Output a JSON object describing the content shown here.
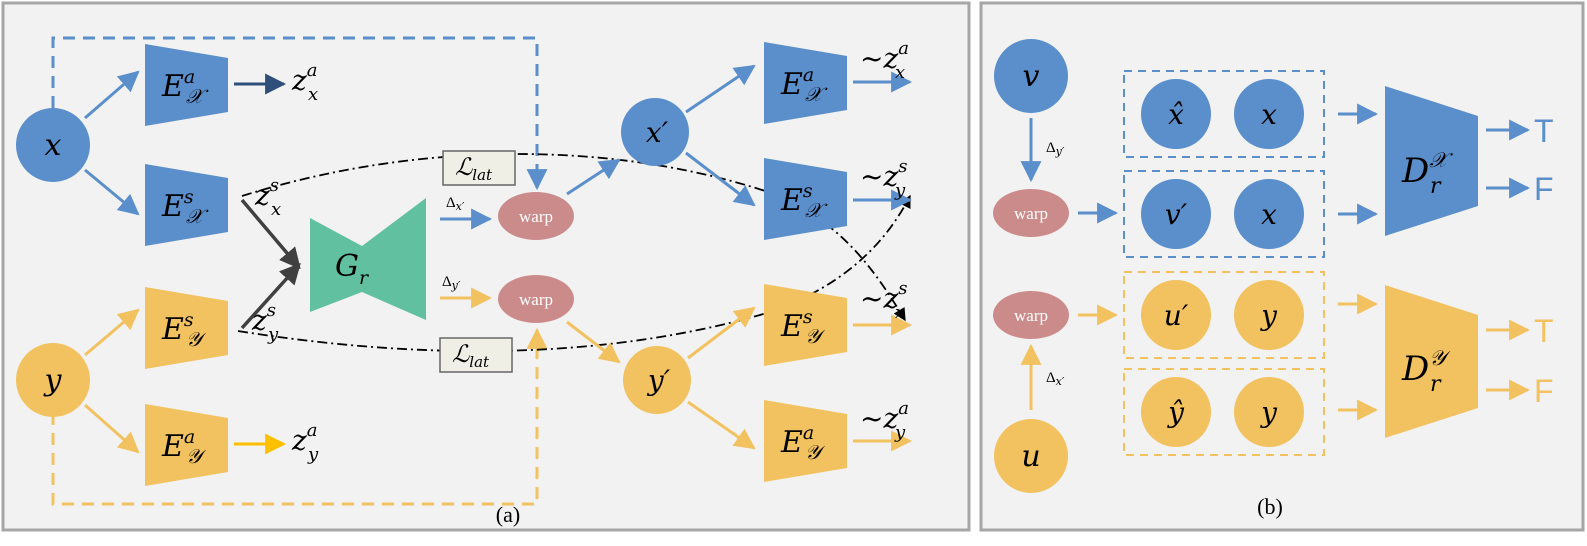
{
  "panel_a": {
    "caption": "(a)",
    "nodes": {
      "x": "x",
      "y": "y",
      "x_prime": "x′",
      "y_prime": "y′"
    },
    "encoders": {
      "ea_x": {
        "letter": "E",
        "sup": "a",
        "sub": "𝒳"
      },
      "es_x": {
        "letter": "E",
        "sup": "s",
        "sub": "𝒳"
      },
      "es_y": {
        "letter": "E",
        "sup": "s",
        "sub": "𝒴"
      },
      "ea_y": {
        "letter": "E",
        "sup": "a",
        "sub": "𝒴"
      },
      "ea_xp": {
        "letter": "E",
        "sup": "a",
        "sub": "𝒳"
      },
      "es_xp": {
        "letter": "E",
        "sup": "s",
        "sub": "𝒳"
      },
      "es_yp": {
        "letter": "E",
        "sup": "s",
        "sub": "𝒴"
      },
      "ea_yp": {
        "letter": "E",
        "sup": "a",
        "sub": "𝒴"
      }
    },
    "generator": {
      "letter": "G",
      "sub": "r"
    },
    "warp_label": "warp",
    "delta_x": {
      "main": "Δ",
      "sub": "x′"
    },
    "delta_y": {
      "main": "Δ",
      "sub": "y′"
    },
    "latents": {
      "zxa": {
        "prefix": "",
        "main": "z",
        "sup": "a",
        "sub": "x"
      },
      "zya": {
        "prefix": "",
        "main": "z",
        "sup": "a",
        "sub": "y"
      },
      "zxs": {
        "prefix": "",
        "main": "z",
        "sup": "s",
        "sub": "x"
      },
      "zys": {
        "prefix": "",
        "main": "z",
        "sup": "s",
        "sub": "y"
      },
      "out_zxa": {
        "prefix": "~",
        "main": "z",
        "sup": "a",
        "sub": "x"
      },
      "out_zys": {
        "prefix": "~",
        "main": "z",
        "sup": "s",
        "sub": "y"
      },
      "out_zxs": {
        "prefix": "~",
        "main": "z",
        "sup": "s",
        "sub": "x"
      },
      "out_zya": {
        "prefix": "~",
        "main": "z",
        "sup": "a",
        "sub": "y"
      }
    },
    "loss": {
      "main": "ℒ",
      "sub": "lat"
    }
  },
  "panel_b": {
    "caption": "(b)",
    "nodes": {
      "v": "v",
      "u": "u",
      "x_hat": "x̂",
      "x1": "x",
      "v_prime": "v′",
      "x2": "x",
      "u_prime": "u′",
      "y1": "y",
      "y_hat": "ŷ",
      "y2": "y"
    },
    "warp_label": "warp",
    "delta_y": {
      "main": "Δ",
      "sub": "y′"
    },
    "delta_x": {
      "main": "Δ",
      "sub": "x′"
    },
    "disc_x": {
      "letter": "D",
      "sup": "𝒳",
      "sub": "r"
    },
    "disc_y": {
      "letter": "D",
      "sup": "𝒴",
      "sub": "r"
    },
    "outputs": {
      "t1": "T",
      "f1": "F",
      "t2": "T",
      "f2": "F"
    }
  },
  "colors": {
    "blue": "#5b8fcb",
    "yellow": "#f2c261",
    "green": "#61c0a0",
    "warp": "#cc8b8b",
    "panel_bg": "#f2f2f2",
    "border": "#a6a6a6"
  }
}
